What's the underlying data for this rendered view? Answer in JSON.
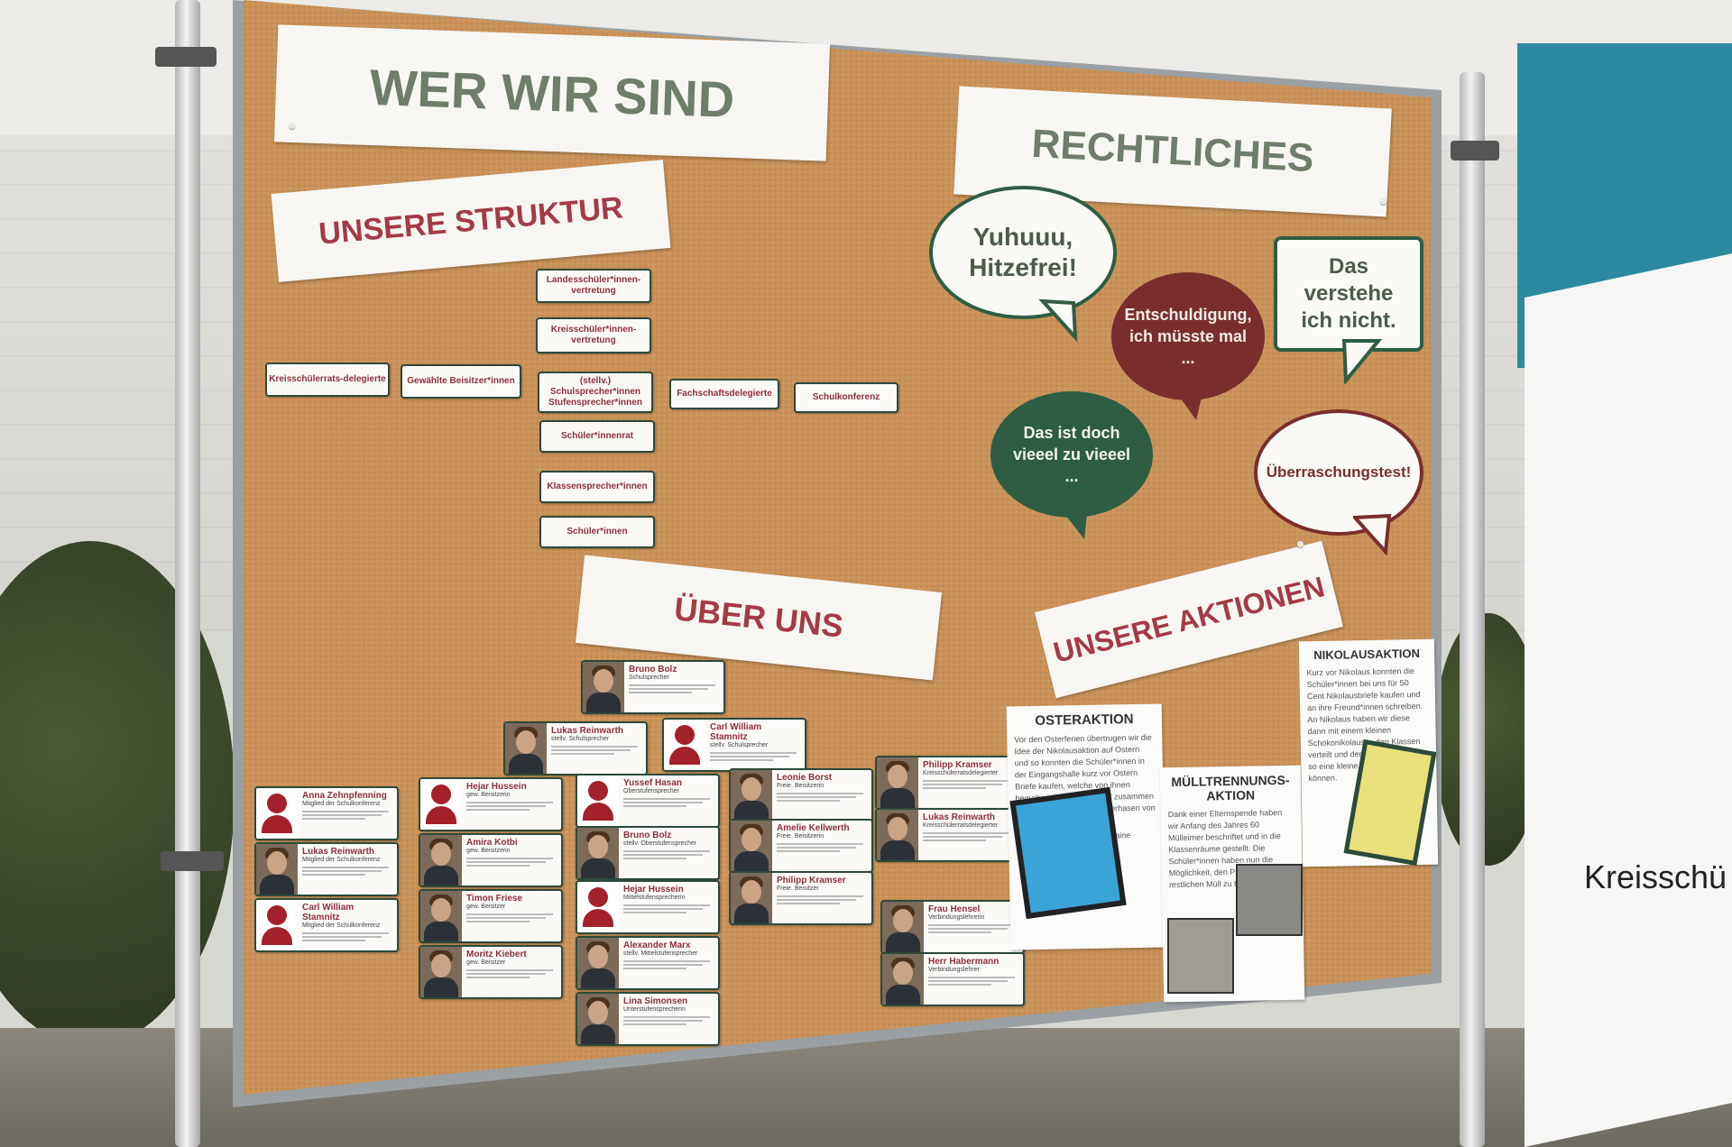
{
  "board": {
    "title_main": "WER WIR SIND",
    "title_legal": "RECHTLICHES",
    "title_structure": "UNSERE STRUKTUR",
    "title_about": "ÜBER UNS",
    "title_actions": "UNSERE AKTIONEN"
  },
  "structure": {
    "landes": "Landesschüler*innen-vertretung",
    "kreis": "Kreisschüler*innen-vertretung",
    "delegierte": "Kreisschülerrats-delegierte",
    "beisitzer": "Gewählte Beisitzer*innen",
    "sprecher": "(stellv.) Schulsprecher*innen Stufensprecher*innen",
    "fachschaft": "Fachschaftsdelegierte",
    "konferenz": "Schulkonferenz",
    "rat": "Schüler*innenrat",
    "klassen": "Klassensprecher*innen",
    "schueler": "Schüler*innen"
  },
  "bubbles": {
    "hitzefrei": "Yuhuuu, Hitzefrei!",
    "entschuldigung": "Entschuldigung, ich müsste mal ...",
    "verstehe": "Das verstehe ich nicht.",
    "vieeel": "Das ist doch vieeel zu vieeel ...",
    "test": "Überraschungstest!"
  },
  "members": [
    {
      "name": "Bruno Bolz",
      "role": "Schulsprecher",
      "photo": "real"
    },
    {
      "name": "Lukas Reinwarth",
      "role": "stellv. Schulsprecher",
      "photo": "real"
    },
    {
      "name": "Carl William Stamnitz",
      "role": "stellv. Schulsprecher",
      "photo": "placeholder"
    },
    {
      "name": "Anna Zehnpfenning",
      "role": "Mitglied der Schulkonferenz",
      "photo": "placeholder"
    },
    {
      "name": "Lukas Reinwarth",
      "role": "Mitglied der Schulkonferenz",
      "photo": "real"
    },
    {
      "name": "Carl William Stamnitz",
      "role": "Mitglied der Schulkonferenz",
      "photo": "placeholder"
    },
    {
      "name": "Hejar Hussein",
      "role": "gew. Beisitzerin",
      "photo": "placeholder"
    },
    {
      "name": "Amira Kotbi",
      "role": "gew. Beisitzerin",
      "photo": "real"
    },
    {
      "name": "Timon Friese",
      "role": "gew. Beisitzer",
      "photo": "real"
    },
    {
      "name": "Moritz Kiebert",
      "role": "gew. Beisitzer",
      "photo": "real"
    },
    {
      "name": "Yussef Hasan",
      "role": "Oberstufensprecher",
      "photo": "placeholder"
    },
    {
      "name": "Bruno Bolz",
      "role": "stellv. Oberstufensprecher",
      "photo": "real"
    },
    {
      "name": "Hejar Hussein",
      "role": "Mittelstufensprecherin",
      "photo": "placeholder"
    },
    {
      "name": "Alexander Marx",
      "role": "stellv. Mittelstufensprecher",
      "photo": "real"
    },
    {
      "name": "Lina Simonsen",
      "role": "Unterstufensprecherin",
      "photo": "real"
    },
    {
      "name": "Leonie Borst",
      "role": "Freie. Beisitzerin",
      "photo": "real"
    },
    {
      "name": "Amelie Kellwerth",
      "role": "Freie. Beisitzerin",
      "photo": "real"
    },
    {
      "name": "Philipp Kramser",
      "role": "Freie. Beisitzer",
      "photo": "real"
    },
    {
      "name": "Philipp Kramser",
      "role": "Kreisschülerratsdelegierter",
      "photo": "real"
    },
    {
      "name": "Lukas Reinwarth",
      "role": "Kreisschülerratsdelegierter",
      "photo": "real"
    },
    {
      "name": "Frau Hensel",
      "role": "Verbindungslehrerin",
      "photo": "real"
    },
    {
      "name": "Herr Habermann",
      "role": "Verbindungslehrer",
      "photo": "real"
    }
  ],
  "actions": {
    "oster_title": "OSTERAKTION",
    "oster_text": "Vor den Osterferien übertrugen wir die Idee der Nikolausaktion auf Ostern und so konnten die Schüler*innen in der Eingangshalle kurz vor Ostern Briefe kaufen, welche von ihnen bemalt werden durften und zusammen mit einem Schokoladenosterhasen von der SV ausgeteilt wurden.",
    "oster_footer": "Den Erlös wurde an die Ukraine gespendet.",
    "muell_title": "MÜLLTRENNUNGS-AKTION",
    "muell_text": "Dank einer Elternspende haben wir Anfang des Jahres 60 Mülleimer beschriftet und in die Klassenräume gestellt. Die Schüler*innen haben nun die Möglichkeit, den Papiermüll vom restlichen Müll zu trennen.",
    "nikolaus_title": "NIKOLAUSAKTION",
    "nikolaus_text": "Kurz vor Nikolaus konnten die Schüler*innen bei uns für 50 Cent Nikolausbriefe kaufen und an ihre Freund*innen schreiben. An Nikolaus haben wir diese dann mit einem kleinen Schokonikolaus in den Klassen verteilt und den Empfänger*innen so eine kleine Freude bereiten können."
  },
  "banner": {
    "text": "Kreisschü"
  },
  "colors": {
    "cork": "#c9935a",
    "green_text": "#6f7d6b",
    "red_text": "#a53a47",
    "bubble_green": "#2f5d43",
    "bubble_red": "#7b2d2d",
    "banner_blue": "#2c8aa0"
  }
}
